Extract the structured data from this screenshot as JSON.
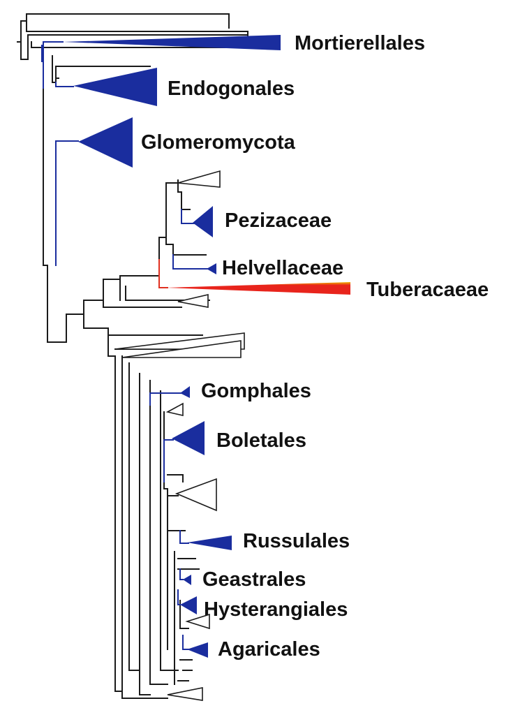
{
  "colors": {
    "highlight": "#1a2d9e",
    "tuber": "#e8241c",
    "tuber_edge": "#f0b400",
    "branch": "#1a1a1a"
  },
  "clades": [
    {
      "id": "mortierellales",
      "label": "Mortierellales",
      "color": "blue"
    },
    {
      "id": "endogonales",
      "label": "Endogonales",
      "color": "blue"
    },
    {
      "id": "glomeromycota",
      "label": "Glomeromycota",
      "color": "blue"
    },
    {
      "id": "pezizaceae",
      "label": "Pezizaceae",
      "color": "blue"
    },
    {
      "id": "helvellaceae",
      "label": "Helvellaceae",
      "color": "blue"
    },
    {
      "id": "tuberacaeae",
      "label": "Tuberacaeae",
      "color": "red"
    },
    {
      "id": "gomphales",
      "label": "Gomphales",
      "color": "blue"
    },
    {
      "id": "boletales",
      "label": "Boletales",
      "color": "blue"
    },
    {
      "id": "russulales",
      "label": "Russulales",
      "color": "blue"
    },
    {
      "id": "geastrales",
      "label": "Geastrales",
      "color": "blue"
    },
    {
      "id": "hysterangiales",
      "label": "Hysterangiales",
      "color": "blue"
    },
    {
      "id": "agaricales",
      "label": "Agaricales",
      "color": "blue"
    }
  ]
}
